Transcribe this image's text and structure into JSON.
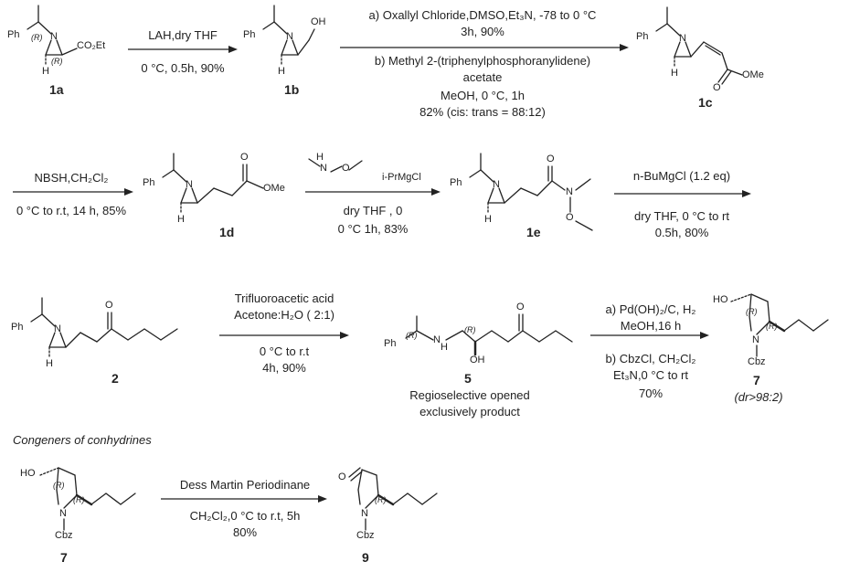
{
  "compounds": {
    "c1a": {
      "id": "1a",
      "ph": "Ph",
      "n": "N",
      "sub": "CO₂Et",
      "h": "H",
      "r1": "(R)",
      "r2": "(R)"
    },
    "c1b": {
      "id": "1b",
      "ph": "Ph",
      "n": "N",
      "oh": "OH",
      "h": "H"
    },
    "c1c": {
      "id": "1c",
      "ph": "Ph",
      "n": "N",
      "o": "O",
      "ome": "OMe",
      "h": "H"
    },
    "c1d": {
      "id": "1d",
      "ph": "Ph",
      "n": "N",
      "o": "O",
      "ome": "OMe",
      "h": "H"
    },
    "c1e": {
      "id": "1e",
      "ph": "Ph",
      "n": "N",
      "o": "O",
      "n2": "N",
      "o2": "O",
      "h": "H"
    },
    "c2": {
      "id": "2",
      "ph": "Ph",
      "n": "N",
      "o": "O",
      "h": "H"
    },
    "c5": {
      "id": "5",
      "ph": "Ph",
      "nh": "N",
      "nh_h": "H",
      "oh": "OH",
      "o": "O",
      "r1": "(R)",
      "r2": "(R)",
      "note1": "Regioselective opened",
      "note2": "exclusively product"
    },
    "c7": {
      "id": "7",
      "ho": "HO",
      "n": "N",
      "cbz": "Cbz",
      "r1": "(R)",
      "r2": "(R)",
      "dr": "(dr>98:2)"
    },
    "c7b": {
      "id": "7",
      "ho": "HO",
      "n": "N",
      "cbz": "Cbz",
      "r1": "(R)",
      "r2": "(R)"
    },
    "c9": {
      "id": "9",
      "o": "O",
      "n": "N",
      "cbz": "Cbz",
      "r1": "(R)"
    }
  },
  "reagents": {
    "weinreb_n": "N",
    "weinreb_o": "O",
    "weinreb_h": "H",
    "grignard": "i-PrMgCl"
  },
  "conditions": {
    "s1": [
      "LAH,dry THF",
      "0 °C, 0.5h, 90%"
    ],
    "s2": [
      "a) Oxallyl Chloride,DMSO,Et₃N, -78 to 0 °C",
      "3h, 90%",
      "b) Methyl 2-(triphenylphosphoranylidene)",
      "acetate",
      "MeOH, 0 °C, 1h",
      "82% (cis: trans = 88:12)"
    ],
    "s3": [
      "NBSH,CH₂Cl₂",
      "0 °C to r.t, 14 h, 85%"
    ],
    "s4": [
      "dry THF , 0",
      "0 °C 1h, 83%"
    ],
    "s5": [
      "n-BuMgCl (1.2 eq)",
      "dry THF,  0 °C to rt",
      "0.5h, 80%"
    ],
    "s6": [
      "Trifluoroacetic acid",
      "Acetone:H₂O ( 2:1)",
      "0 °C to r.t",
      "4h, 90%"
    ],
    "s7": [
      "a) Pd(OH)₂/C, H₂",
      "MeOH,16 h",
      "b) CbzCl, CH₂Cl₂",
      "Et₃N,0 °C to rt",
      "70%"
    ],
    "s8": [
      "Dess Martin Periodinane",
      "CH₂Cl₂,0 °C to r.t, 5h",
      "80%"
    ]
  },
  "section_title": "Congeners of conhydrines"
}
